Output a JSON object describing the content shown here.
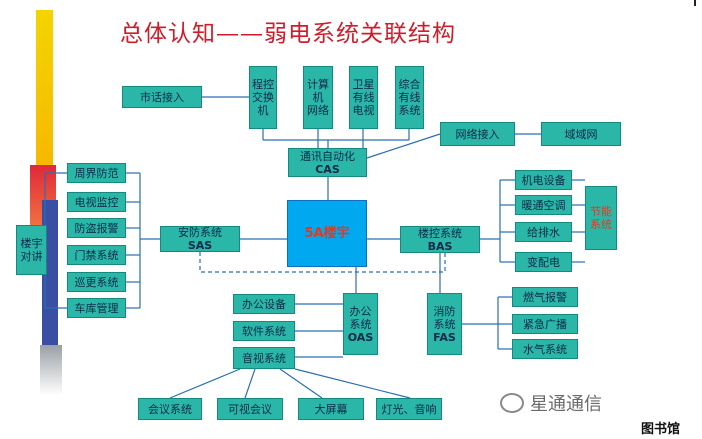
{
  "title": "总体认知——弱电系统关联结构",
  "center": "5A楼宇",
  "cas": {
    "top_items": [
      "程控\n交换\n机",
      "计算\n机\n网络",
      "卫星\n有线\n电视",
      "综合\n有线\n系统"
    ],
    "name": "通讯自动化",
    "code": "CAS",
    "phone": "市话接入",
    "network": "网络接入",
    "wan": "域域网"
  },
  "sas": {
    "name": "安防系统",
    "code": "SAS",
    "items": [
      "周界防范",
      "电视监控",
      "防盗报警",
      "门禁系统",
      "巡更系统",
      "车库管理"
    ],
    "side": "楼宇\n对讲"
  },
  "bas": {
    "name": "楼控系统",
    "code": "BAS",
    "items": [
      "机电设备",
      "暖通空调",
      "给排水",
      "变配电"
    ],
    "energy": "节能\n系统"
  },
  "oas": {
    "name": "办公\n系统",
    "code": "OAS",
    "items": [
      "办公设备",
      "软件系统",
      "音视系统"
    ],
    "av_items": [
      "会议系统",
      "可视会议",
      "大屏幕",
      "灯光、音响"
    ]
  },
  "fas": {
    "name": "消防\n系统",
    "code": "FAS",
    "items": [
      "燃气报警",
      "紧急广播",
      "水气系统"
    ]
  },
  "brand": "星通通信",
  "watermark": "图书馆"
}
